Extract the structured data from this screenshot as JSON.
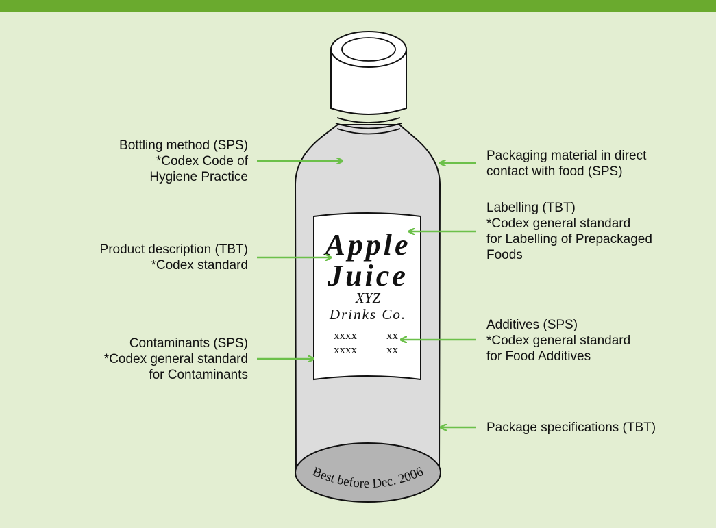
{
  "label": {
    "brand_lines": [
      "Apple",
      "Juice"
    ],
    "maker_lines": [
      "XYZ",
      "Drinks Co."
    ],
    "code_rows": [
      [
        "xxxx",
        "xx"
      ],
      [
        "xxxx",
        "xx"
      ]
    ]
  },
  "bottle_base_text": "Best before Dec. 2006",
  "callouts_left": [
    {
      "id": "bottling-method",
      "lines": [
        "Bottling method (SPS)",
        "*Codex Code of",
        "Hygiene Practice"
      ]
    },
    {
      "id": "product-description",
      "lines": [
        "Product description (TBT)",
        "*Codex standard"
      ]
    },
    {
      "id": "contaminants",
      "lines": [
        "Contaminants (SPS)",
        "*Codex general standard",
        "for Contaminants"
      ]
    }
  ],
  "callouts_right": [
    {
      "id": "packaging-material",
      "lines": [
        "Packaging material in direct",
        "contact with food (SPS)"
      ]
    },
    {
      "id": "labelling",
      "lines": [
        "Labelling (TBT)",
        "*Codex general standard",
        "for Labelling of Prepackaged",
        "Foods"
      ]
    },
    {
      "id": "additives",
      "lines": [
        "Additives (SPS)",
        "*Codex general standard",
        "for Food Additives"
      ]
    },
    {
      "id": "package-specifications",
      "lines": [
        "Package specifications (TBT)"
      ]
    }
  ],
  "colors": {
    "background": "#e3eed2",
    "top_bar": "#6aaa2e",
    "arrow": "#6cc04a",
    "bottle_fill": "#dcdcdc",
    "label_fill": "#ffffff"
  }
}
